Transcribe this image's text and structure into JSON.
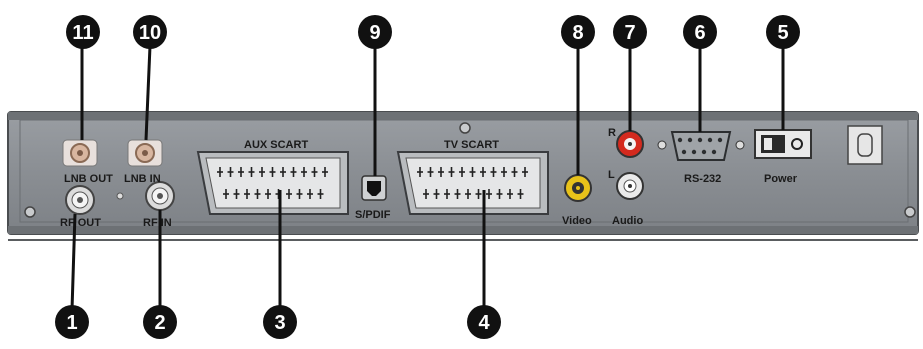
{
  "panel": {
    "labels": {
      "lnb_out": "LNB OUT",
      "lnb_in": "LNB IN",
      "rf_out": "RF OUT",
      "rf_in": "RF IN",
      "aux_scart": "AUX SCART",
      "tv_scart": "TV SCART",
      "spdif": "S/PDIF",
      "video": "Video",
      "audio": "Audio",
      "r": "R",
      "l": "L",
      "rs232": "RS-232",
      "power": "Power"
    }
  },
  "callouts": [
    "1",
    "2",
    "3",
    "4",
    "5",
    "6",
    "7",
    "8",
    "9",
    "10",
    "11"
  ],
  "colors": {
    "panel": "#8b8f94",
    "panel_dark": "#5e6266",
    "badge": "#111111",
    "video_rca": "#e8c21a",
    "audio_r": "#d42a1e",
    "audio_l": "#e6e6e6"
  }
}
